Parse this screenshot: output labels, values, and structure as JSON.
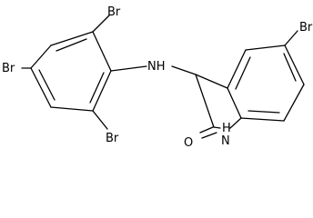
{
  "structure": {
    "atoms": {
      "br_top": "Br",
      "br_left": "Br",
      "br_bottom": "Br",
      "br_indole": "Br",
      "amine": "NH",
      "ring_n_h": "H",
      "ring_n": "N",
      "carbonyl_o": "O"
    }
  }
}
